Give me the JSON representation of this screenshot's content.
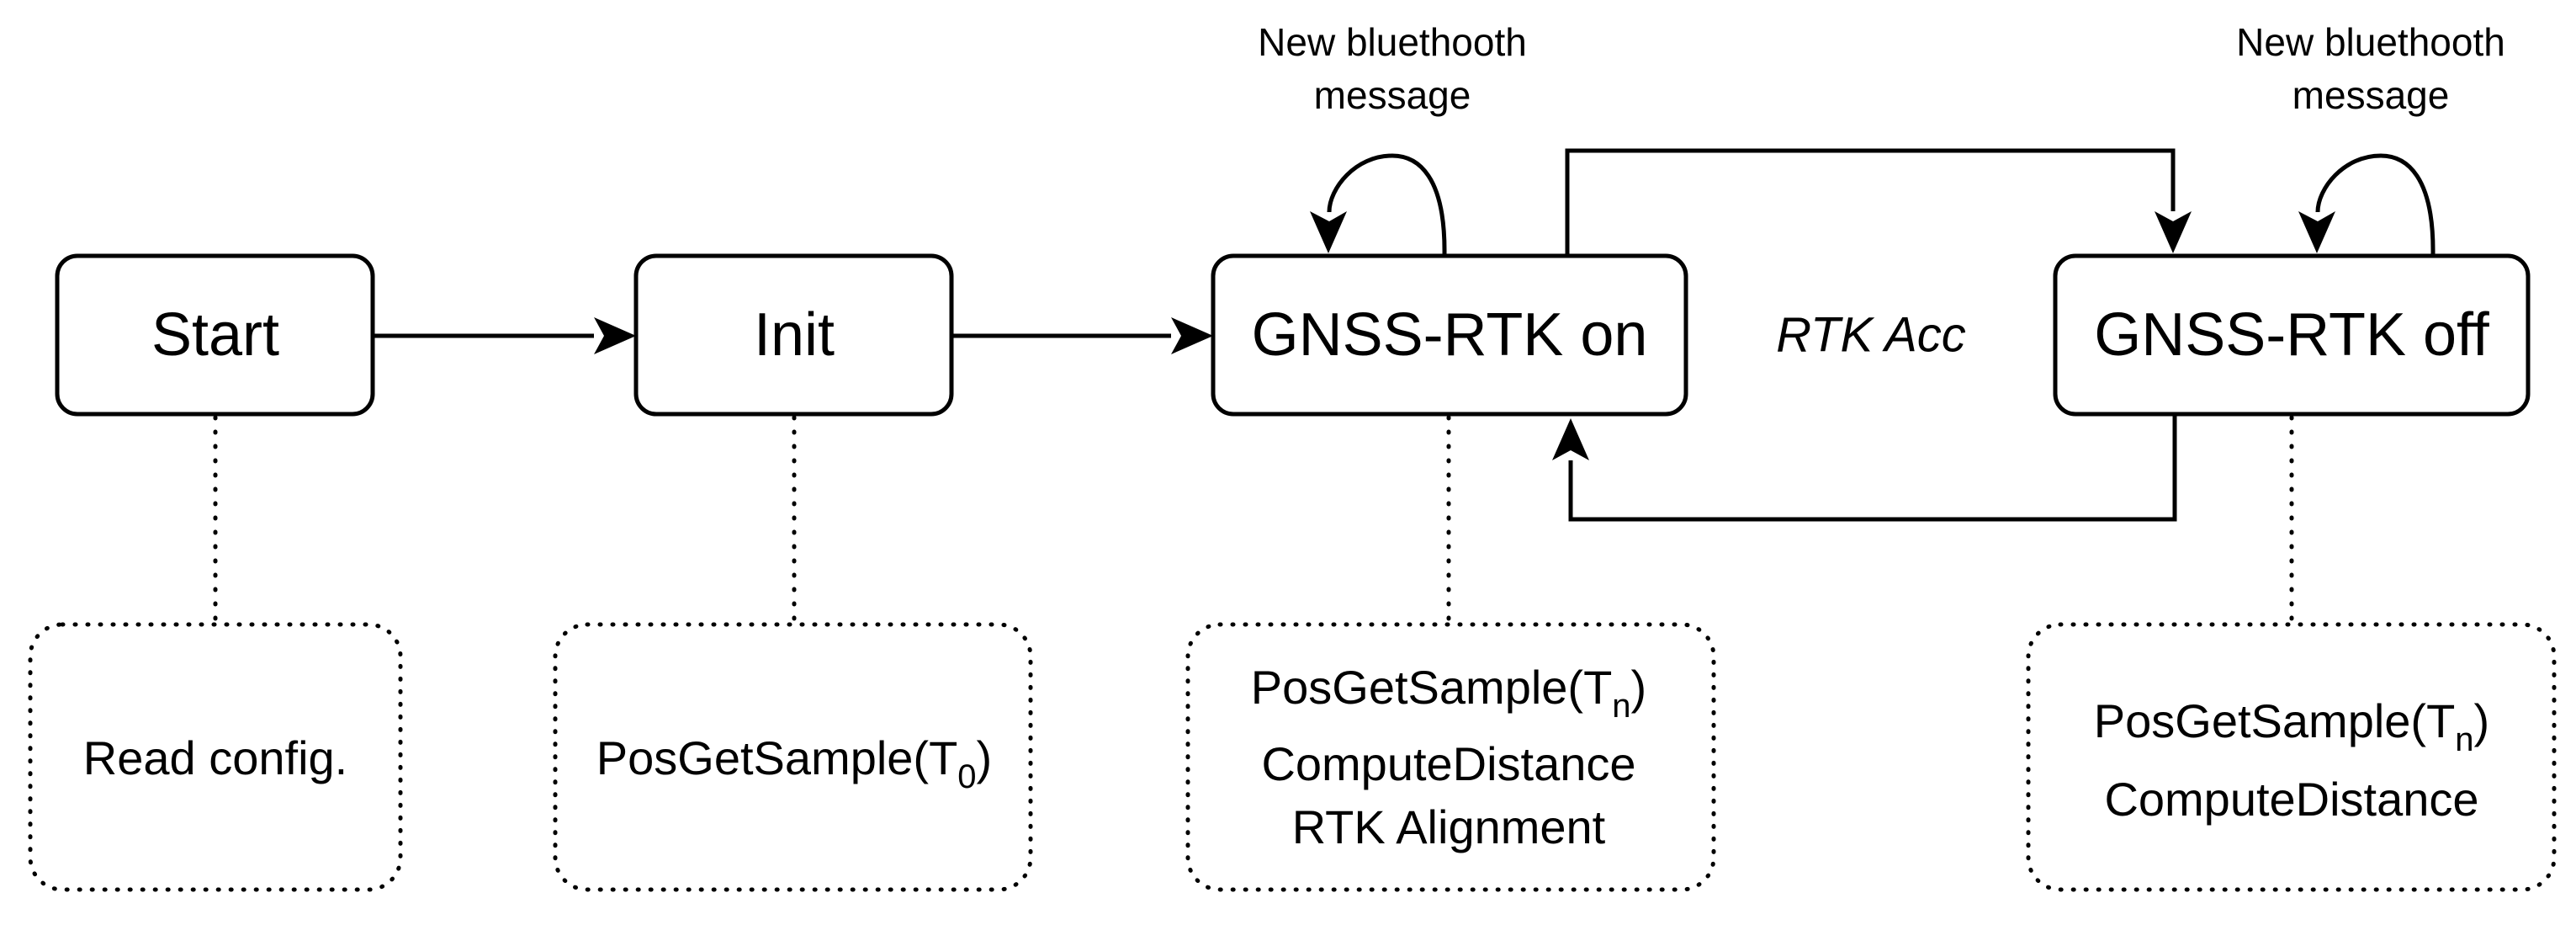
{
  "states": {
    "start": "Start",
    "init": "Init",
    "rtk_on": "GNSS-RTK on",
    "rtk_off": "GNSS-RTK off"
  },
  "transition_label": "RTK Acc",
  "self_loops": {
    "rtk_on": [
      "New bluethooth",
      "message"
    ],
    "rtk_off": [
      "New bluethooth",
      "message"
    ]
  },
  "notes": {
    "start": {
      "line1": "Read config."
    },
    "init": {
      "line1_prefix": "PosGetSample(T",
      "line1_sub": "0",
      "line1_suffix": ")"
    },
    "rtk_on": {
      "line1_prefix": "PosGetSample(T",
      "line1_sub": "n",
      "line1_suffix": ")",
      "line2": "ComputeDistance",
      "line3": "RTK Alignment"
    },
    "rtk_off": {
      "line1_prefix": "PosGetSample(T",
      "line1_sub": "n",
      "line1_suffix": ")",
      "line2": "ComputeDistance"
    }
  },
  "colors": {
    "stroke": "#000000",
    "background": "#ffffff"
  }
}
